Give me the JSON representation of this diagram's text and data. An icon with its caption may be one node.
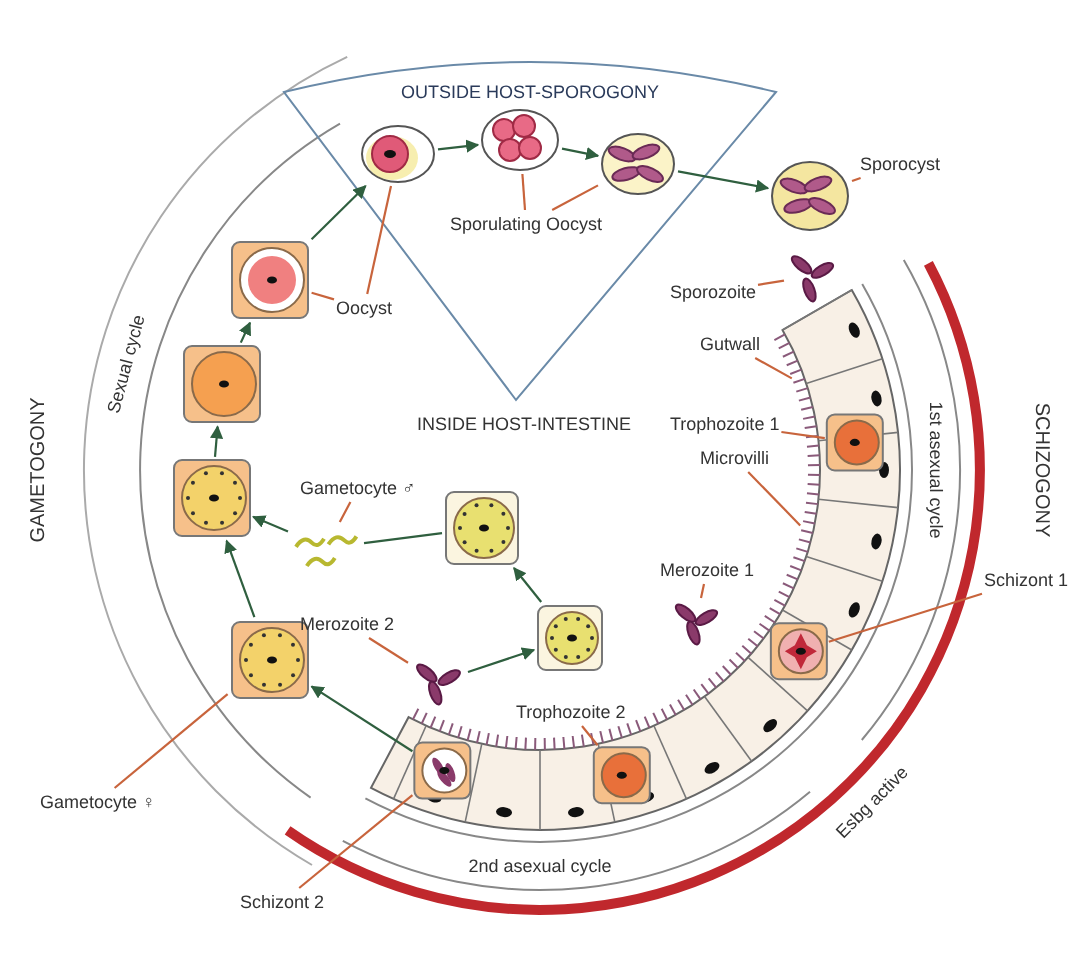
{
  "diagram": {
    "nodes": [
      {
        "text": [
          "OUTSIDE HOST-SPOROGONY"
        ]
      },
      {
        "text": [],
        "shape": "picture",
        "in": 0
      },
      {
        "text": [],
        "shape": "picture",
        "in": 0
      },
      {
        "text": [],
        "shape": "picture",
        "in": 0
      },
      {
        "text": [
          "Sporulating Oocyst"
        ],
        "in": 0
      },
      {
        "text": [],
        "shape": "picture"
      },
      {
        "text": [
          "Sporocyst"
        ]
      },
      {
        "text": [],
        "shape": "picture"
      },
      {
        "text": [
          "Sporozoite"
        ]
      },
      {
        "text": [],
        "shape": "picture"
      },
      {
        "text": [
          "Oocyst"
        ]
      },
      {
        "text": [],
        "shape": "picture"
      },
      {
        "text": [],
        "shape": "picture"
      },
      {
        "text": [],
        "shape": "picture"
      },
      {
        "text": [
          "Gametocyte ♀"
        ]
      },
      {
        "text": [],
        "shape": "picture"
      },
      {
        "text": [
          "Gametocyte ♂"
        ]
      },
      {
        "text": [],
        "shape": "picture"
      },
      {
        "text": [],
        "shape": "picture"
      },
      {
        "text": [],
        "shape": "picture"
      },
      {
        "text": [
          "Gutwall"
        ]
      },
      {
        "text": [
          "Trophozoite 1"
        ]
      },
      {
        "text": [
          "Microvilli"
        ]
      },
      {
        "text": [],
        "shape": "picture",
        "in": 19
      },
      {
        "text": [],
        "shape": "picture",
        "in": 19
      },
      {
        "text": [
          "Schizont 1"
        ]
      },
      {
        "text": [],
        "shape": "picture"
      },
      {
        "text": [
          "Merozoite 1"
        ]
      },
      {
        "text": [],
        "shape": "picture",
        "in": 19
      },
      {
        "text": [
          "Trophozoite 2"
        ]
      },
      {
        "text": [],
        "shape": "picture"
      },
      {
        "text": [
          "Merozoite 2"
        ]
      },
      {
        "text": [],
        "shape": "picture",
        "in": 19
      },
      {
        "text": [
          "Schizont 2"
        ]
      }
    ],
    "edges": [
      {
        "from": 9,
        "to": 1,
        "arrow": "to",
        "color": "#2f5f3f"
      },
      {
        "from": 1,
        "to": 2,
        "arrow": "to",
        "color": "#2f5f3f"
      },
      {
        "from": 2,
        "to": 3,
        "arrow": "to",
        "color": "#2f5f3f"
      },
      {
        "from": 3,
        "to": 5,
        "arrow": "to",
        "color": "#2f5f3f"
      },
      {
        "from": 4,
        "to": 2,
        "arrow": "none"
      },
      {
        "from": 4,
        "to": 3,
        "arrow": "none"
      },
      {
        "from": 6,
        "to": 5,
        "arrow": "none"
      },
      {
        "from": 8,
        "to": 7,
        "arrow": "none"
      },
      {
        "from": 10,
        "to": 9,
        "arrow": "none"
      },
      {
        "from": 10,
        "to": 1,
        "arrow": "none"
      },
      {
        "from": 14,
        "to": 13,
        "arrow": "none"
      },
      {
        "from": 16,
        "to": 15,
        "arrow": "none"
      },
      {
        "from": 20,
        "to": 19,
        "arrow": "none"
      },
      {
        "from": 21,
        "to": 23,
        "arrow": "none"
      },
      {
        "from": 22,
        "to": 19,
        "arrow": "none"
      },
      {
        "from": 25,
        "to": 24,
        "arrow": "none"
      },
      {
        "from": 27,
        "to": 26,
        "arrow": "none"
      },
      {
        "from": 29,
        "to": 28,
        "arrow": "none"
      },
      {
        "from": 31,
        "to": 30,
        "arrow": "none"
      },
      {
        "from": 33,
        "to": 32,
        "arrow": "none"
      },
      {
        "from": 13,
        "to": 12,
        "arrow": "to",
        "color": "#2f5f3f"
      },
      {
        "from": 12,
        "to": 11,
        "arrow": "to",
        "color": "#2f5f3f"
      },
      {
        "from": 11,
        "to": 9,
        "arrow": "to",
        "color": "#2f5f3f"
      },
      {
        "from": 17,
        "to": 15,
        "arrow": "none",
        "color": "#2f5f3f"
      },
      {
        "from": 15,
        "to": 12,
        "arrow": "to",
        "color": "#2f5f3f"
      },
      {
        "from": 18,
        "to": 17,
        "arrow": "to",
        "color": "#2f5f3f"
      },
      {
        "from": 30,
        "to": 18,
        "arrow": "to",
        "color": "#2f5f3f"
      },
      {
        "from": 32,
        "to": 13,
        "arrow": "to",
        "color": "#2f5f3f"
      }
    ],
    "labels": [
      "INSIDE HOST-INTESTINE",
      "GAMETOGONY",
      "Sexual cycle",
      "SCHIZOGONY",
      "1st asexual cycle",
      "2nd asexual cycle",
      "Esbg active"
    ]
  }
}
